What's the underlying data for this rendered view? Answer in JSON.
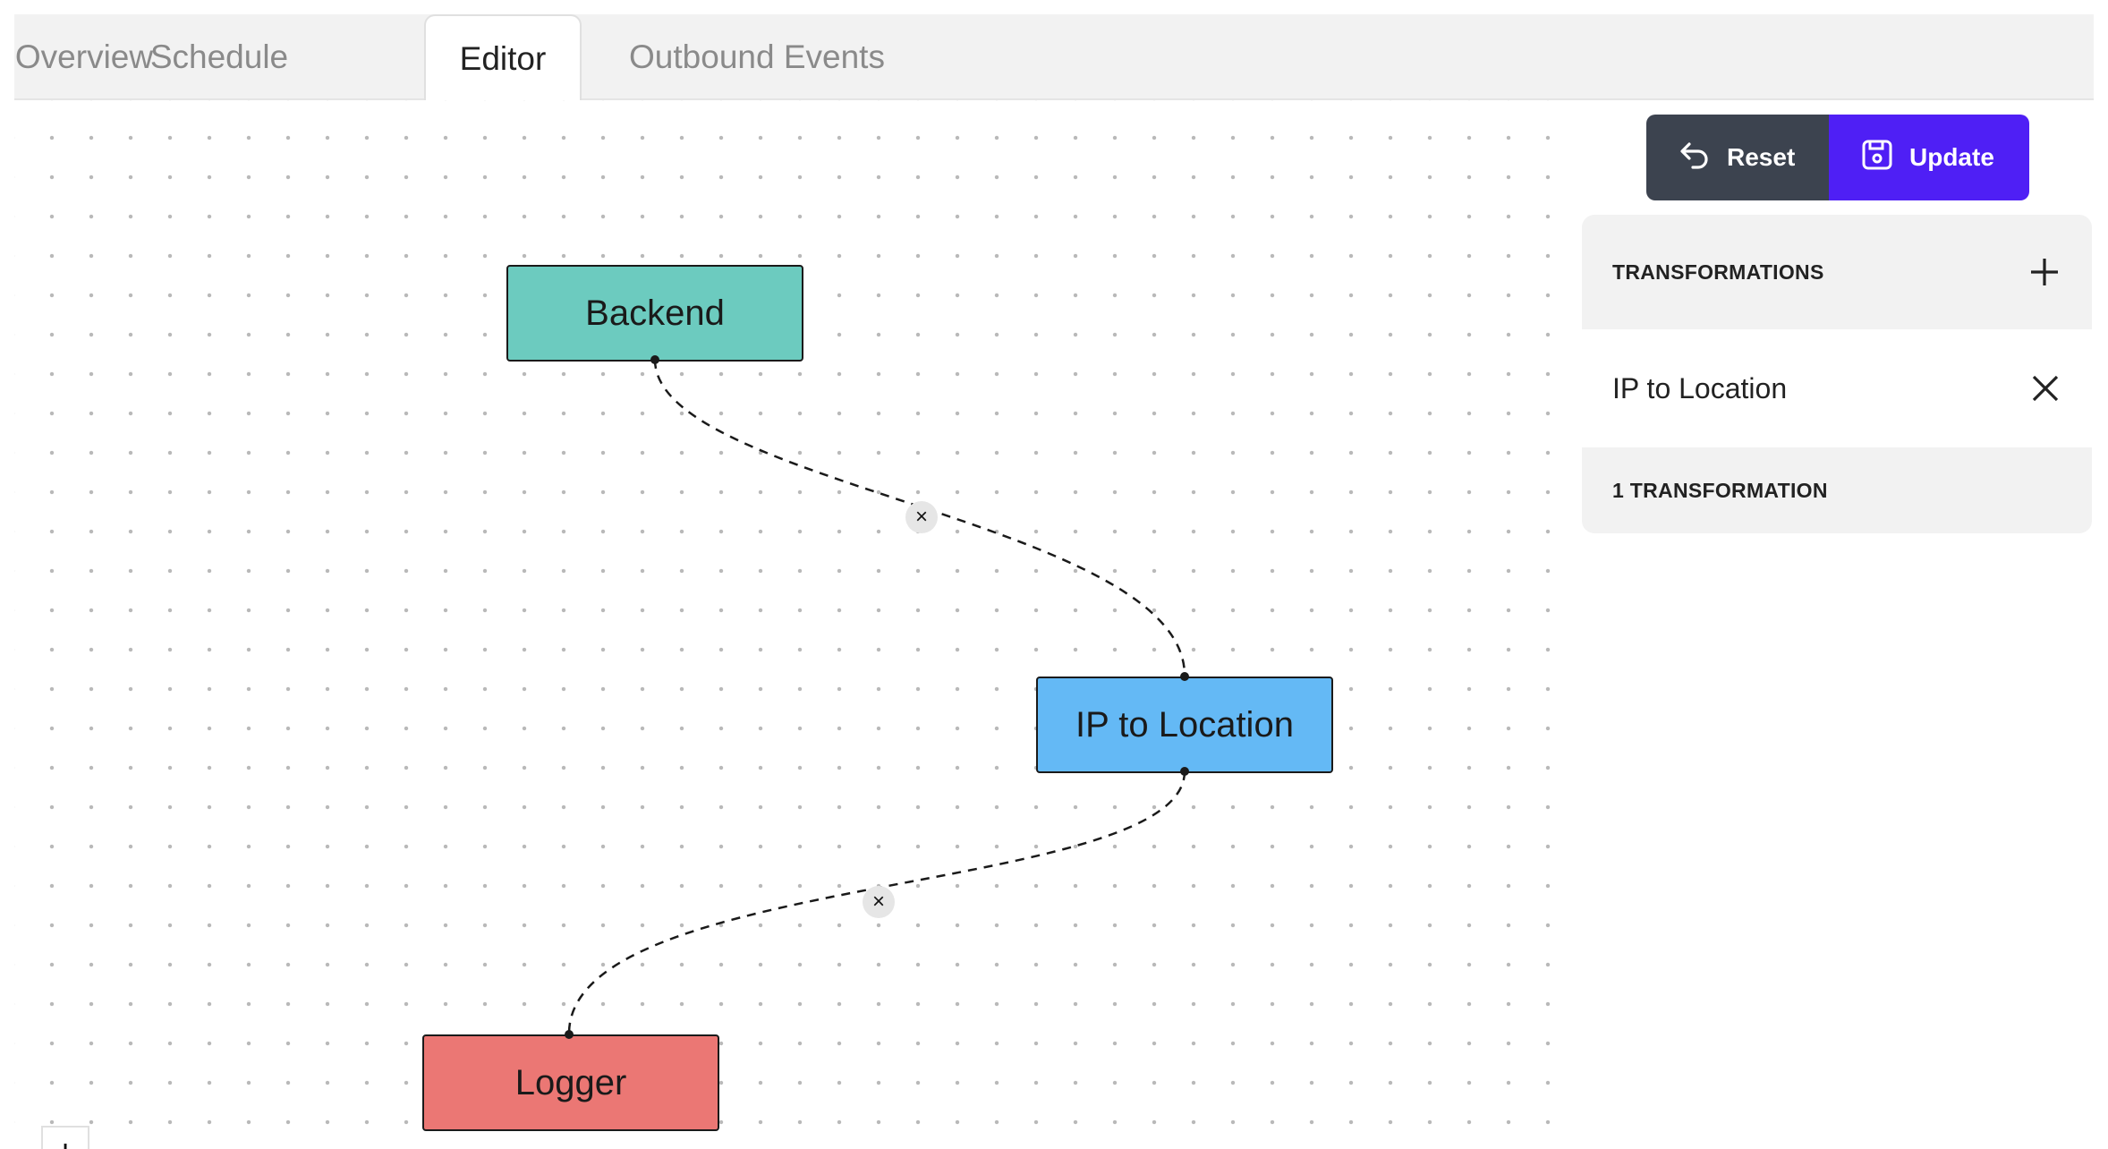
{
  "tabs": [
    {
      "label": "Overview",
      "active": false
    },
    {
      "label": "Schedule",
      "active": false
    },
    {
      "label": "Editor",
      "active": true
    },
    {
      "label": "Outbound Events",
      "active": false
    }
  ],
  "toolbar": {
    "reset_label": "Reset",
    "update_label": "Update",
    "reset_color": "#3c434f",
    "update_color": "#4f1ff5"
  },
  "graph": {
    "nodes": [
      {
        "id": "backend",
        "label": "Backend",
        "color": "#6ccbbf"
      },
      {
        "id": "ip-to-location",
        "label": "IP to Location",
        "color": "#64b9f5"
      },
      {
        "id": "logger",
        "label": "Logger",
        "color": "#eb7774"
      }
    ],
    "edges": [
      {
        "from": "backend",
        "to": "ip-to-location",
        "style": "dashed"
      },
      {
        "from": "ip-to-location",
        "to": "logger",
        "style": "dashed"
      }
    ],
    "edge_delete_glyph": "×",
    "zoom_in_glyph": "+"
  },
  "panel": {
    "header": "TRANSFORMATIONS",
    "items": [
      {
        "label": "IP to Location"
      }
    ],
    "footer": "1 TRANSFORMATION"
  }
}
